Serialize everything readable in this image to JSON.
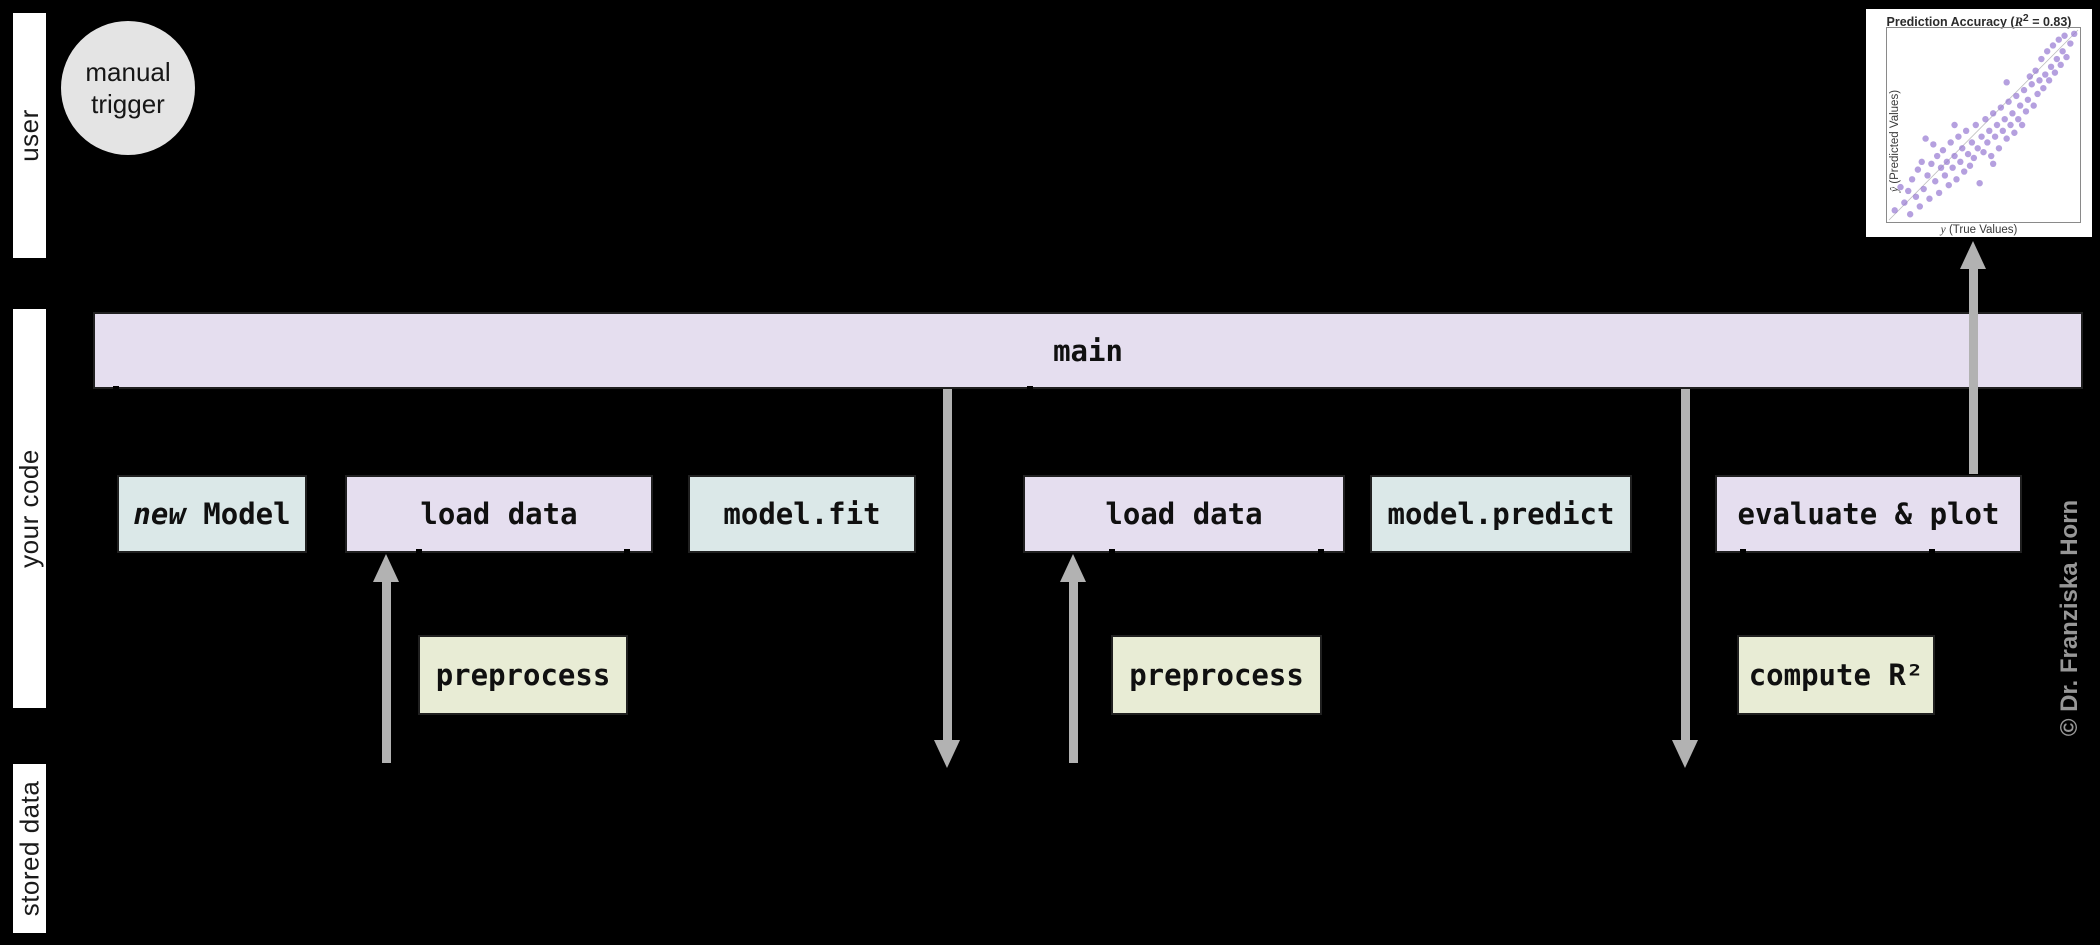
{
  "lanes": {
    "user": "user",
    "your_code": "your code",
    "stored_data": "stored data"
  },
  "trigger": {
    "label": "manual trigger"
  },
  "main_bar": {
    "label": "main"
  },
  "boxes": {
    "new_model": {
      "italic": "new",
      "rest": " Model"
    },
    "load_data_1": {
      "label": "load data"
    },
    "model_fit": {
      "label": "model.fit"
    },
    "load_data_2": {
      "label": "load data"
    },
    "model_predict": {
      "label": "model.predict"
    },
    "evaluate_plot": {
      "label": "evaluate & plot"
    },
    "preprocess_1": {
      "label": "preprocess"
    },
    "preprocess_2": {
      "label": "preprocess"
    },
    "compute_r2": {
      "label": "compute R²"
    }
  },
  "credit": "© Dr. Franziska Horn",
  "colors": {
    "background": "#000000",
    "lane_bg": "#ffffff",
    "lavender_box": "#e5deef",
    "cyan_box": "#dbe8e8",
    "olive_box": "#e8ecd5",
    "circle": "#e4e4e4",
    "arrow": "#b2b2b2",
    "scatter_point": "#9678d2",
    "credit_text": "#979797"
  },
  "chart_data": {
    "type": "scatter",
    "title": "Prediction Accuracy (R² = 0.83)",
    "title_parts": {
      "prefix": "Prediction Accuracy (",
      "var": "R",
      "sup": "2",
      "suffix": " = 0.83)"
    },
    "xlabel_parts": {
      "var": "y",
      "rest": " (True Values)"
    },
    "ylabel_parts": {
      "var": "ŷ",
      "rest": " (Predicted Values)"
    },
    "r_squared": 0.83,
    "xlim": [
      0,
      1
    ],
    "ylim": [
      0,
      1
    ],
    "identity_line": true,
    "legend": "none",
    "grid": false,
    "point_color": "#9678d2",
    "points": [
      [
        0.04,
        0.06
      ],
      [
        0.07,
        0.18
      ],
      [
        0.09,
        0.1
      ],
      [
        0.11,
        0.16
      ],
      [
        0.12,
        0.04
      ],
      [
        0.13,
        0.22
      ],
      [
        0.15,
        0.13
      ],
      [
        0.16,
        0.27
      ],
      [
        0.17,
        0.08
      ],
      [
        0.18,
        0.31
      ],
      [
        0.19,
        0.17
      ],
      [
        0.2,
        0.43
      ],
      [
        0.21,
        0.24
      ],
      [
        0.22,
        0.12
      ],
      [
        0.23,
        0.3
      ],
      [
        0.24,
        0.4
      ],
      [
        0.25,
        0.21
      ],
      [
        0.26,
        0.34
      ],
      [
        0.27,
        0.15
      ],
      [
        0.28,
        0.28
      ],
      [
        0.29,
        0.37
      ],
      [
        0.3,
        0.24
      ],
      [
        0.31,
        0.31
      ],
      [
        0.32,
        0.19
      ],
      [
        0.33,
        0.41
      ],
      [
        0.34,
        0.28
      ],
      [
        0.35,
        0.34
      ],
      [
        0.36,
        0.22
      ],
      [
        0.37,
        0.44
      ],
      [
        0.38,
        0.31
      ],
      [
        0.39,
        0.38
      ],
      [
        0.4,
        0.26
      ],
      [
        0.41,
        0.47
      ],
      [
        0.42,
        0.35
      ],
      [
        0.43,
        0.29
      ],
      [
        0.44,
        0.41
      ],
      [
        0.45,
        0.33
      ],
      [
        0.46,
        0.5
      ],
      [
        0.47,
        0.38
      ],
      [
        0.48,
        0.2
      ],
      [
        0.49,
        0.44
      ],
      [
        0.5,
        0.36
      ],
      [
        0.51,
        0.53
      ],
      [
        0.52,
        0.41
      ],
      [
        0.53,
        0.47
      ],
      [
        0.54,
        0.34
      ],
      [
        0.55,
        0.56
      ],
      [
        0.56,
        0.44
      ],
      [
        0.57,
        0.5
      ],
      [
        0.58,
        0.38
      ],
      [
        0.59,
        0.59
      ],
      [
        0.6,
        0.47
      ],
      [
        0.61,
        0.53
      ],
      [
        0.62,
        0.43
      ],
      [
        0.63,
        0.62
      ],
      [
        0.64,
        0.5
      ],
      [
        0.65,
        0.56
      ],
      [
        0.66,
        0.46
      ],
      [
        0.67,
        0.65
      ],
      [
        0.68,
        0.53
      ],
      [
        0.69,
        0.6
      ],
      [
        0.7,
        0.5
      ],
      [
        0.71,
        0.68
      ],
      [
        0.72,
        0.57
      ],
      [
        0.73,
        0.63
      ],
      [
        0.74,
        0.75
      ],
      [
        0.75,
        0.71
      ],
      [
        0.76,
        0.6
      ],
      [
        0.77,
        0.78
      ],
      [
        0.78,
        0.66
      ],
      [
        0.79,
        0.73
      ],
      [
        0.8,
        0.84
      ],
      [
        0.81,
        0.69
      ],
      [
        0.82,
        0.76
      ],
      [
        0.83,
        0.88
      ],
      [
        0.84,
        0.73
      ],
      [
        0.85,
        0.8
      ],
      [
        0.86,
        0.91
      ],
      [
        0.87,
        0.77
      ],
      [
        0.88,
        0.84
      ],
      [
        0.89,
        0.94
      ],
      [
        0.9,
        0.81
      ],
      [
        0.91,
        0.88
      ],
      [
        0.92,
        0.96
      ],
      [
        0.93,
        0.85
      ],
      [
        0.95,
        0.92
      ],
      [
        0.97,
        0.97
      ],
      [
        0.55,
        0.3
      ],
      [
        0.35,
        0.5
      ],
      [
        0.62,
        0.72
      ]
    ]
  }
}
